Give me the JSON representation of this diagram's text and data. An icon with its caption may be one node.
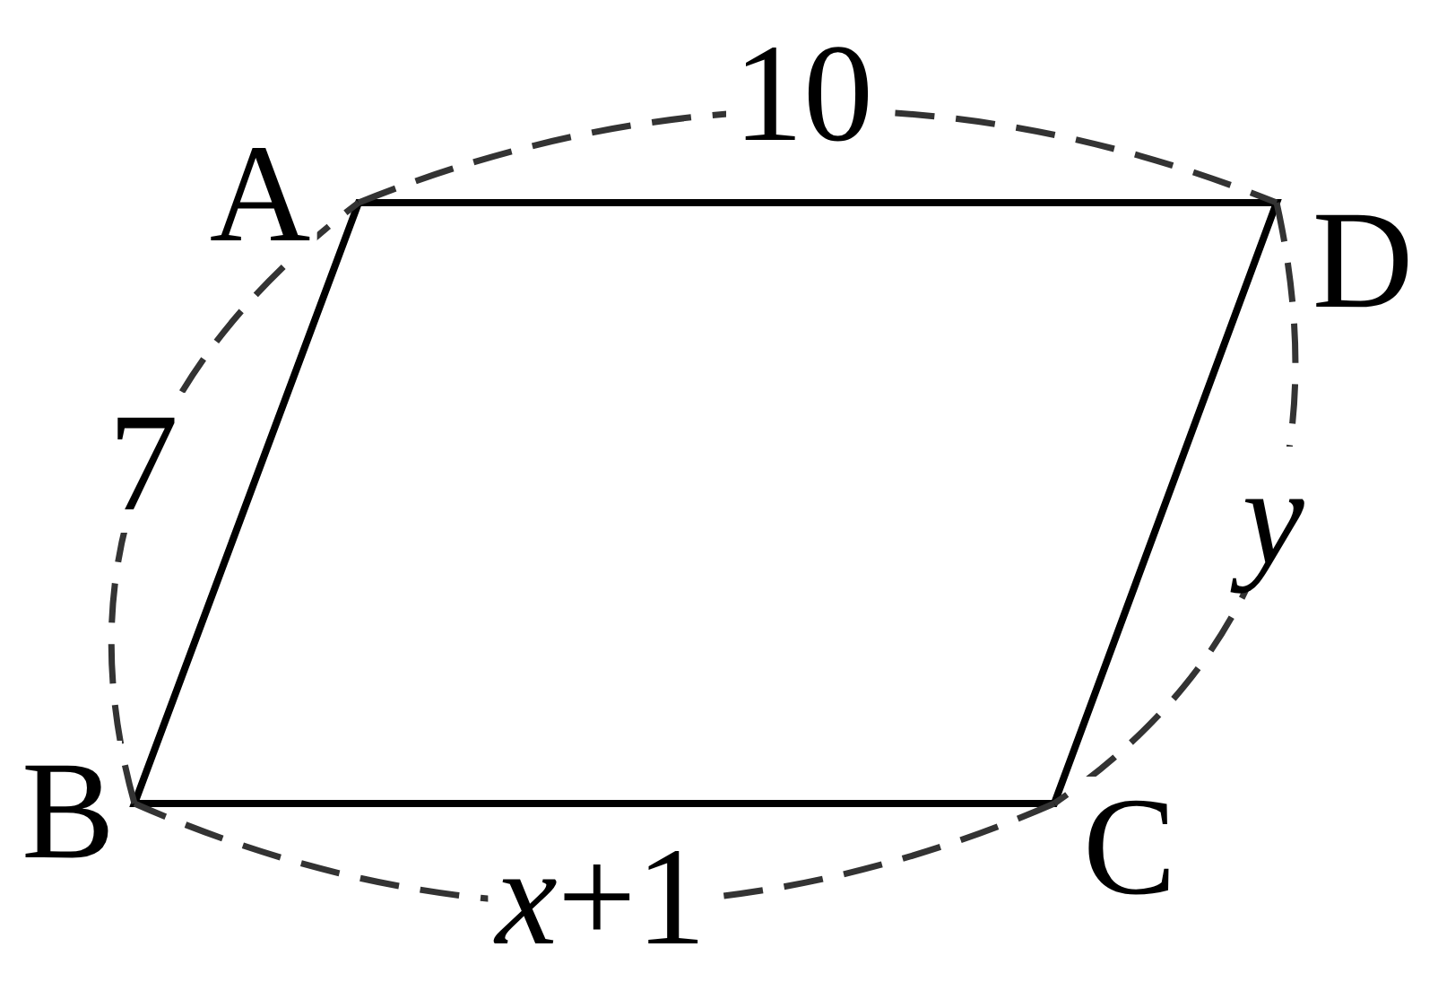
{
  "diagram": {
    "labels": [
      "10",
      "A",
      "D",
      "7",
      "*y*",
      "B",
      "*x*+1",
      "C"
    ]
  }
}
